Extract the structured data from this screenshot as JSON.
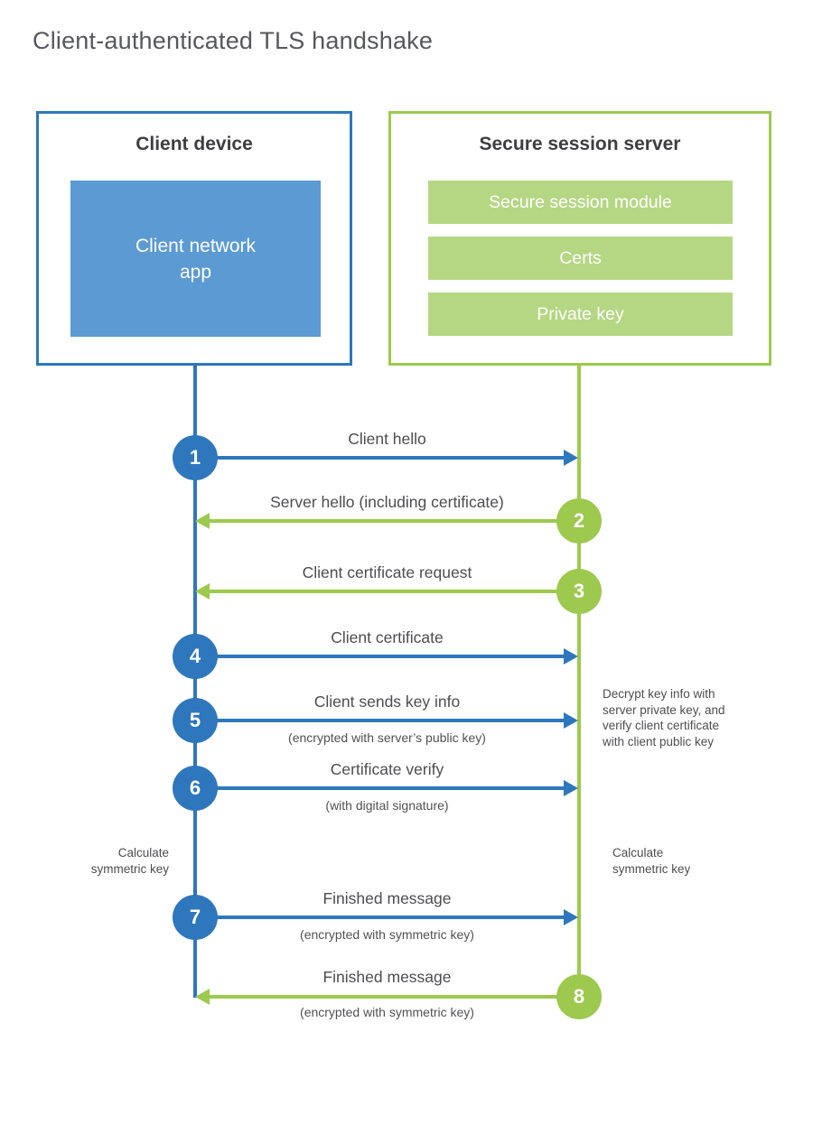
{
  "title": "Client-authenticated TLS handshake",
  "colors": {
    "blue": "#2e77bc",
    "blue_fill": "#5b9ad2",
    "green": "#9cc94e",
    "green_fill": "#b5d783"
  },
  "client_box": {
    "header": "Client device",
    "app_label": "Client network\napp"
  },
  "server_box": {
    "header": "Secure session server",
    "modules": [
      "Secure session module",
      "Certs",
      "Private key"
    ]
  },
  "steps": [
    {
      "num": "1",
      "actor": "client",
      "direction": "right",
      "label": "Client hello",
      "sublabel": ""
    },
    {
      "num": "2",
      "actor": "server",
      "direction": "left",
      "label": "Server hello (including certificate)",
      "sublabel": ""
    },
    {
      "num": "3",
      "actor": "server",
      "direction": "left",
      "label": "Client certificate request",
      "sublabel": ""
    },
    {
      "num": "4",
      "actor": "client",
      "direction": "right",
      "label": "Client certificate",
      "sublabel": ""
    },
    {
      "num": "5",
      "actor": "client",
      "direction": "right",
      "label": "Client sends key info",
      "sublabel": "(encrypted with server’s public key)"
    },
    {
      "num": "6",
      "actor": "client",
      "direction": "right",
      "label": "Certificate verify",
      "sublabel": "(with digital signature)"
    },
    {
      "num": "7",
      "actor": "client",
      "direction": "right",
      "label": "Finished message",
      "sublabel": "(encrypted with symmetric key)"
    },
    {
      "num": "8",
      "actor": "server",
      "direction": "left",
      "label": "Finished message",
      "sublabel": "(encrypted with symmetric key)"
    }
  ],
  "notes": {
    "decrypt": "Decrypt key info with\nserver private key, and\nverify client certificate\nwith client public key",
    "calc_left": "Calculate\nsymmetric key",
    "calc_right": "Calculate\nsymmetric key"
  }
}
